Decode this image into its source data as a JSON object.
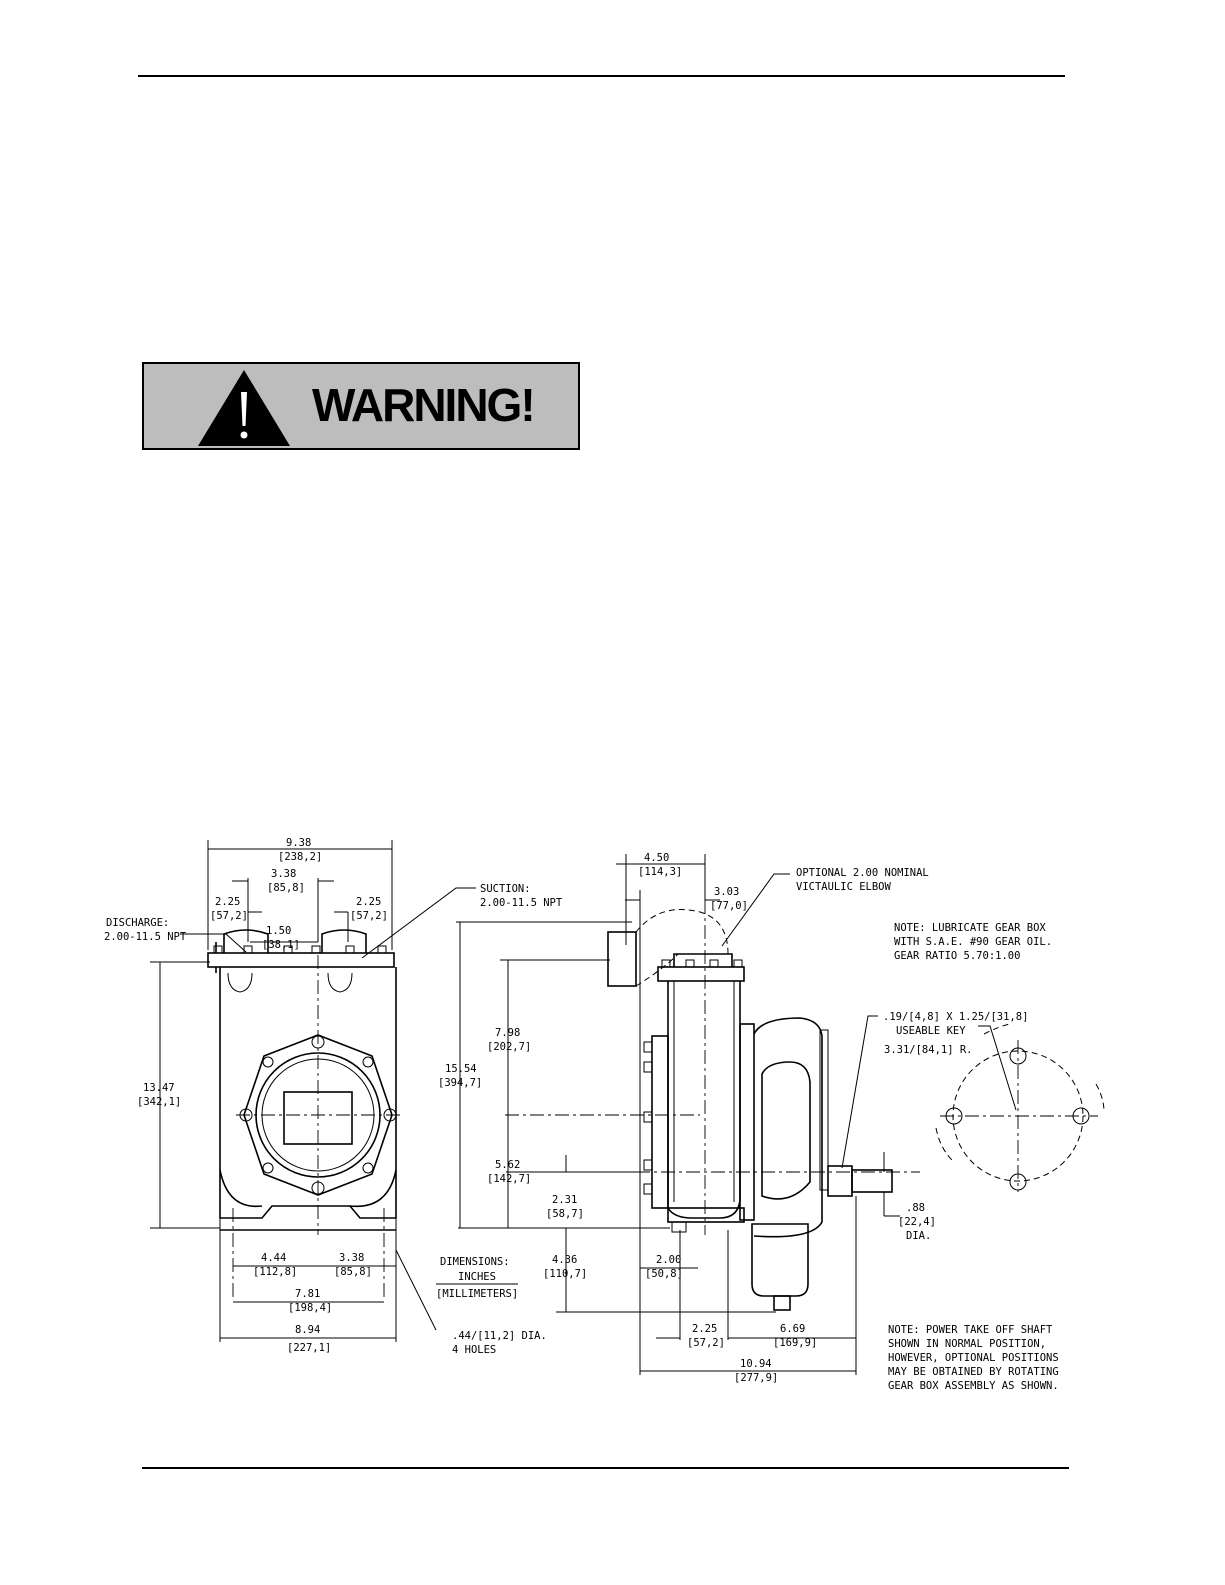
{
  "warning": {
    "label": "WARNING!"
  },
  "front_view": {
    "top_overall": "9.38",
    "top_overall_mm": "[238,2]",
    "flange_span": "3.38",
    "flange_span_mm": "[85,8]",
    "left_flange": "2.25",
    "left_flange_mm": "[57,2]",
    "right_flange": "2.25",
    "right_flange_mm": "[57,2]",
    "center_gap": "1.50",
    "center_gap_mm": "[38,1]",
    "discharge_line1": "DISCHARGE:",
    "discharge_line2": "2.00-11.5 NPT",
    "suction_line1": "SUCTION:",
    "suction_line2": "2.00-11.5 NPT",
    "height": "13.47",
    "height_mm": "[342,1]",
    "base_left": "4.44",
    "base_left_mm": "[112,8]",
    "base_right": "3.38",
    "base_right_mm": "[85,8]",
    "hole_span": "7.81",
    "hole_span_mm": "[198,4]",
    "base_overall": "8.94",
    "base_overall_mm": "[227,1]",
    "holes_line1": ".44/[11,2] DIA.",
    "holes_line2": "4 HOLES"
  },
  "legend": {
    "line1": "DIMENSIONS:",
    "line2": "INCHES",
    "line3": "[MILLIMETERS]"
  },
  "side_view": {
    "top_width": "4.50",
    "top_width_mm": "[114,3]",
    "elbow_offset": "3.03",
    "elbow_offset_mm": "[77,0]",
    "elbow_line1": "OPTIONAL 2.00 NOMINAL",
    "elbow_line2": "VICTAULIC ELBOW",
    "overall_height": "15.54",
    "overall_height_mm": "[394,7]",
    "upper_height": "7.98",
    "upper_height_mm": "[202,7]",
    "lower_height": "5.62",
    "lower_height_mm": "[142,7]",
    "shaft_height": "2.31",
    "shaft_height_mm": "[58,7]",
    "drop": "4.36",
    "drop_mm": "[110,7]",
    "base_offset": "2.00",
    "base_offset_mm": "[50,8]",
    "base_depth": "2.25",
    "base_depth_mm": "[57,2]",
    "shaft_reach": "6.69",
    "shaft_reach_mm": "[169,9]",
    "overall_length": "10.94",
    "overall_length_mm": "[277,9]",
    "key_line1": ".19/[4,8] X 1.25/[31,8]",
    "key_line2": "USEABLE KEY",
    "shaft_dia": ".88",
    "shaft_dia_mm": "[22,4]",
    "shaft_dia_label": "DIA."
  },
  "gear_note": {
    "line1": "NOTE: LUBRICATE GEAR BOX",
    "line2": "WITH S.A.E. #90 GEAR OIL.",
    "line3": "GEAR RATIO 5.70:1.00"
  },
  "bolt_circle": {
    "radius": "3.31/[84,1] R."
  },
  "pto_note": {
    "line1": "NOTE: POWER TAKE OFF SHAFT",
    "line2": "SHOWN IN NORMAL POSITION,",
    "line3": "HOWEVER, OPTIONAL POSITIONS",
    "line4": "MAY BE OBTAINED BY ROTATING",
    "line5": "GEAR BOX ASSEMBLY AS SHOWN."
  }
}
